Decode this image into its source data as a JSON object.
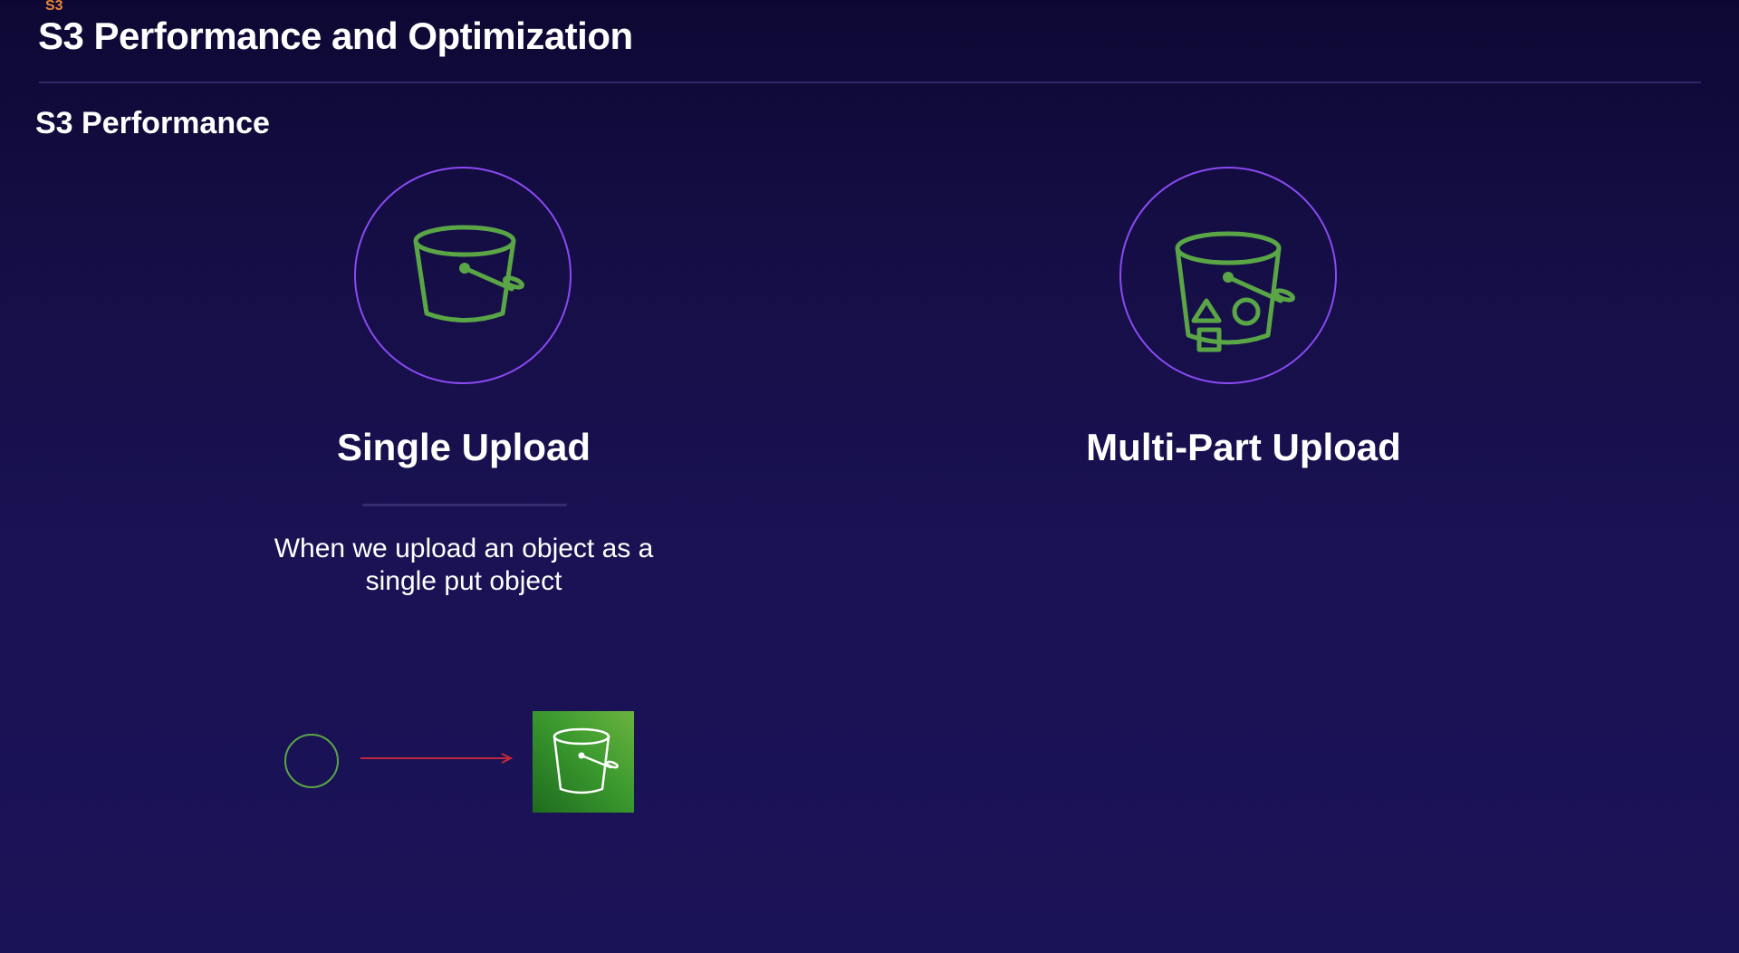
{
  "header": {
    "tag": "S3",
    "title": "S3 Performance and Optimization"
  },
  "section": {
    "title": "S3 Performance"
  },
  "cards": [
    {
      "title": "Single Upload",
      "description": "When we upload an object as a single put object",
      "icon": "s3-bucket-icon"
    },
    {
      "title": "Multi-Part Upload",
      "icon": "s3-bucket-objects-icon"
    }
  ],
  "diagram": {
    "client_icon": "client-circle-icon",
    "arrow_icon": "arrow-right-icon",
    "target_icon": "s3-service-icon"
  },
  "colors": {
    "accent_purple": "#8a4af3",
    "icon_green": "#5aa646",
    "arrow_red": "#c0283a",
    "tag_orange": "#e8843a"
  }
}
